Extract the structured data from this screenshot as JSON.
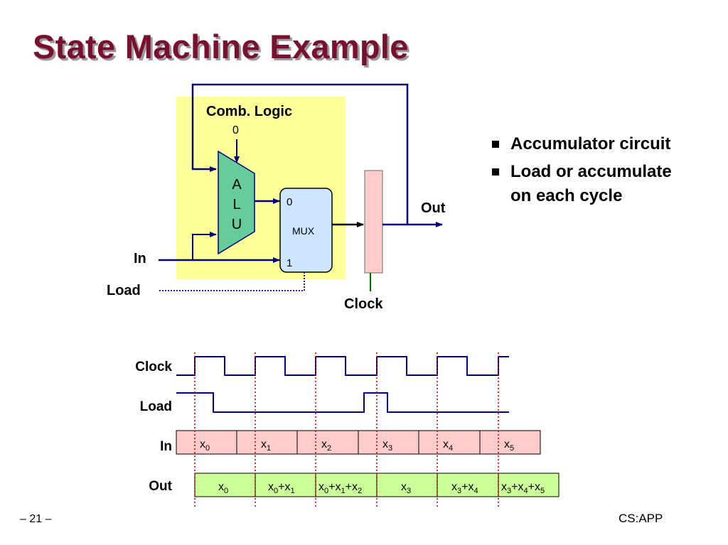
{
  "title": "State Machine Example",
  "circuit": {
    "comb_logic_label": "Comb. Logic",
    "alu_const_input": "0",
    "alu_letters": [
      "A",
      "L",
      "U"
    ],
    "mux_label": "MUX",
    "mux_input0": "0",
    "mux_input1": "1",
    "in_label": "In",
    "load_label": "Load",
    "clock_label": "Clock",
    "out_label": "Out",
    "colors": {
      "comb_logic_fill": "#ffff99",
      "alu_fill": "#66cc99",
      "mux_fill": "#cce6ff",
      "register_fill": "#ffcccc",
      "wire": "#000080",
      "clock_wire": "#006600"
    }
  },
  "bullets": [
    "Accumulator circuit",
    "Load or accumulate on each cycle"
  ],
  "timing": {
    "signals": [
      "Clock",
      "Load",
      "In",
      "Out"
    ],
    "in_values": [
      "x0",
      "x1",
      "x2",
      "x3",
      "x4",
      "x5"
    ],
    "out_values": [
      "x0",
      "x0+x1",
      "x0+x1+x2",
      "x3",
      "x3+x4",
      "x3+x4+x5"
    ],
    "colors": {
      "in_fill": "#ffcccc",
      "out_fill": "#ccff99",
      "marker": "#cc0000"
    }
  },
  "footer": {
    "page": "– 21 –",
    "brand": "CS:APP"
  }
}
